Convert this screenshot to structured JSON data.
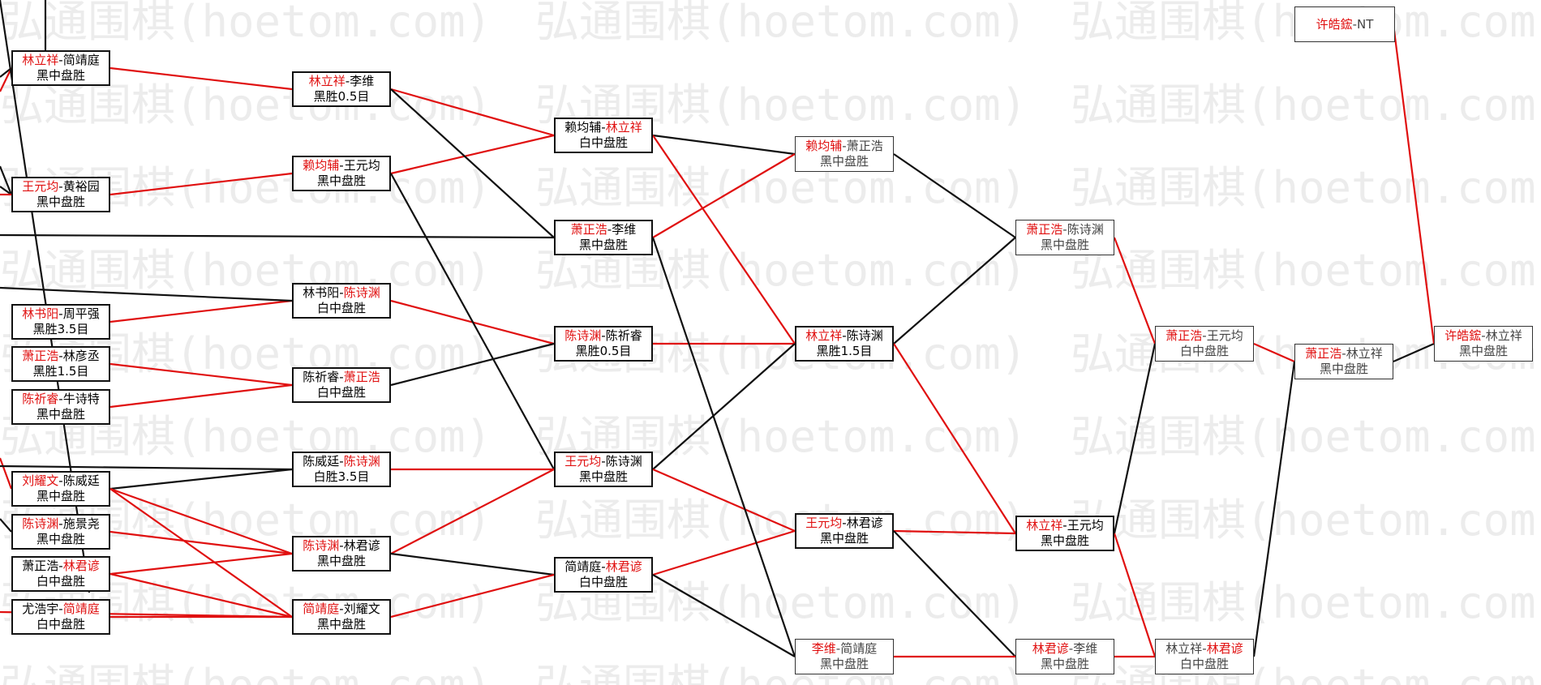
{
  "watermark": "弘通围棋(hoetom.com)",
  "colors": {
    "winner": "#e01010",
    "line_win": "#e01010",
    "line_loss": "#111111"
  },
  "games": [
    {
      "id": "r1a",
      "p1": "林立祥",
      "p2": "简靖庭",
      "winner": 1,
      "result": "黑中盘胜"
    },
    {
      "id": "r1b",
      "p1": "王元均",
      "p2": "黄裕园",
      "winner": 1,
      "result": "黑中盘胜"
    },
    {
      "id": "r1c",
      "p1": "林书阳",
      "p2": "周平强",
      "winner": 1,
      "result": "黑胜3.5目"
    },
    {
      "id": "r1d",
      "p1": "萧正浩",
      "p2": "林彦丞",
      "winner": 1,
      "result": "黑胜1.5目"
    },
    {
      "id": "r1e",
      "p1": "陈祈睿",
      "p2": "牛诗特",
      "winner": 1,
      "result": "黑中盘胜"
    },
    {
      "id": "r1f",
      "p1": "刘耀文",
      "p2": "陈威廷",
      "winner": 1,
      "result": "黑中盘胜"
    },
    {
      "id": "r1g",
      "p1": "陈诗渊",
      "p2": "施景尧",
      "winner": 1,
      "result": "黑中盘胜"
    },
    {
      "id": "r1h",
      "p1": "萧正浩",
      "p2": "林君谚",
      "winner": 2,
      "result": "白中盘胜"
    },
    {
      "id": "r1i",
      "p1": "尤浩宇",
      "p2": "简靖庭",
      "winner": 2,
      "result": "白中盘胜"
    },
    {
      "id": "r2a",
      "p1": "林立祥",
      "p2": "李维",
      "winner": 1,
      "result": "黑胜0.5目"
    },
    {
      "id": "r2b",
      "p1": "赖均辅",
      "p2": "王元均",
      "winner": 1,
      "result": "黑中盘胜"
    },
    {
      "id": "r2c",
      "p1": "林书阳",
      "p2": "陈诗渊",
      "winner": 2,
      "result": "白中盘胜"
    },
    {
      "id": "r2d",
      "p1": "陈祈睿",
      "p2": "萧正浩",
      "winner": 2,
      "result": "白中盘胜"
    },
    {
      "id": "r2e",
      "p1": "陈威廷",
      "p2": "陈诗渊",
      "winner": 2,
      "result": "白胜3.5目"
    },
    {
      "id": "r2f",
      "p1": "陈诗渊",
      "p2": "林君谚",
      "winner": 1,
      "result": "黑中盘胜"
    },
    {
      "id": "r2g",
      "p1": "简靖庭",
      "p2": "刘耀文",
      "winner": 1,
      "result": "黑中盘胜"
    },
    {
      "id": "r3a",
      "p1": "赖均辅",
      "p2": "林立祥",
      "winner": 2,
      "result": "白中盘胜"
    },
    {
      "id": "r3b",
      "p1": "萧正浩",
      "p2": "李维",
      "winner": 1,
      "result": "黑中盘胜"
    },
    {
      "id": "r3c",
      "p1": "陈诗渊",
      "p2": "陈祈睿",
      "winner": 1,
      "result": "黑胜0.5目"
    },
    {
      "id": "r3d",
      "p1": "王元均",
      "p2": "陈诗渊",
      "winner": 1,
      "result": "黑中盘胜"
    },
    {
      "id": "r3e",
      "p1": "简靖庭",
      "p2": "林君谚",
      "winner": 2,
      "result": "白中盘胜"
    },
    {
      "id": "r4a",
      "p1": "赖均辅",
      "p2": "萧正浩",
      "winner": 1,
      "result": "黑中盘胜",
      "light": true
    },
    {
      "id": "r4b",
      "p1": "林立祥",
      "p2": "陈诗渊",
      "winner": 1,
      "result": "黑胜1.5目"
    },
    {
      "id": "r4c",
      "p1": "王元均",
      "p2": "林君谚",
      "winner": 1,
      "result": "黑中盘胜"
    },
    {
      "id": "r4d",
      "p1": "李维",
      "p2": "简靖庭",
      "winner": 1,
      "result": "黑中盘胜",
      "light": true
    },
    {
      "id": "r5a",
      "p1": "萧正浩",
      "p2": "陈诗渊",
      "winner": 1,
      "result": "黑中盘胜",
      "light": true
    },
    {
      "id": "r5b",
      "p1": "林立祥",
      "p2": "王元均",
      "winner": 1,
      "result": "黑中盘胜"
    },
    {
      "id": "r5c",
      "p1": "林君谚",
      "p2": "李维",
      "winner": 1,
      "result": "黑中盘胜",
      "light": true
    },
    {
      "id": "r6a",
      "p1": "萧正浩",
      "p2": "王元均",
      "winner": 1,
      "result": "白中盘胜",
      "light": true
    },
    {
      "id": "r6b",
      "p1": "林立祥",
      "p2": "林君谚",
      "winner": 2,
      "result": "白中盘胜",
      "light": true
    },
    {
      "id": "r7a",
      "p1": "萧正浩",
      "p2": "林立祥",
      "winner": 1,
      "result": "黑中盘胜",
      "light": true
    },
    {
      "id": "r8a",
      "p1": "许皓鋐",
      "p2": "林立祥",
      "winner": 1,
      "result": "黑中盘胜",
      "light": true
    },
    {
      "id": "top",
      "p1": "许皓鋐",
      "p2": "NT",
      "winner": 1,
      "result": "",
      "light": true
    }
  ],
  "links": [
    [
      "r1a",
      "r2a",
      true
    ],
    [
      "r1b",
      "r2b",
      true
    ],
    [
      "r1c",
      "r2c",
      true
    ],
    [
      "r1d",
      "r2d",
      true
    ],
    [
      "r1e",
      "r2d",
      true
    ],
    [
      "r1f",
      "r2e",
      false
    ],
    [
      "r1f",
      "r2g",
      true
    ],
    [
      "r1g",
      "r2f",
      true
    ],
    [
      "r1h",
      "r2f",
      true
    ],
    [
      "r1i",
      "r2g",
      true
    ],
    [
      "r1f",
      "r2f",
      true
    ],
    [
      "r1h",
      "r2g",
      true
    ],
    [
      "r2a",
      "r3a",
      true
    ],
    [
      "r2b",
      "r3a",
      true
    ],
    [
      "r2a",
      "r3b",
      false
    ],
    [
      "r2c",
      "r3c",
      true
    ],
    [
      "r2d",
      "r3c",
      false
    ],
    [
      "r2b",
      "r3d",
      false
    ],
    [
      "r2e",
      "r3d",
      true
    ],
    [
      "r2f",
      "r3d",
      true
    ],
    [
      "r2f",
      "r3e",
      false
    ],
    [
      "r2g",
      "r3e",
      true
    ],
    [
      "r3a",
      "r4a",
      false
    ],
    [
      "r3b",
      "r4a",
      true
    ],
    [
      "r3a",
      "r4b",
      true
    ],
    [
      "r3c",
      "r4b",
      true
    ],
    [
      "r3d",
      "r4b",
      false
    ],
    [
      "r3d",
      "r4c",
      true
    ],
    [
      "r3e",
      "r4c",
      true
    ],
    [
      "r3b",
      "r4d",
      false
    ],
    [
      "r3e",
      "r4d",
      false
    ],
    [
      "r4a",
      "r5a",
      false
    ],
    [
      "r4b",
      "r5a",
      false
    ],
    [
      "r4b",
      "r5b",
      true
    ],
    [
      "r4c",
      "r5b",
      true
    ],
    [
      "r4c",
      "r5c",
      false
    ],
    [
      "r4d",
      "r5c",
      true
    ],
    [
      "r5a",
      "r6a",
      true
    ],
    [
      "r5b",
      "r6a",
      false
    ],
    [
      "r5b",
      "r6b",
      true
    ],
    [
      "r5c",
      "r6b",
      true
    ],
    [
      "r6a",
      "r7a",
      true
    ],
    [
      "r6b",
      "r7a",
      false
    ],
    [
      "r7a",
      "r8a",
      false
    ],
    [
      "top",
      "r8a",
      true
    ]
  ]
}
